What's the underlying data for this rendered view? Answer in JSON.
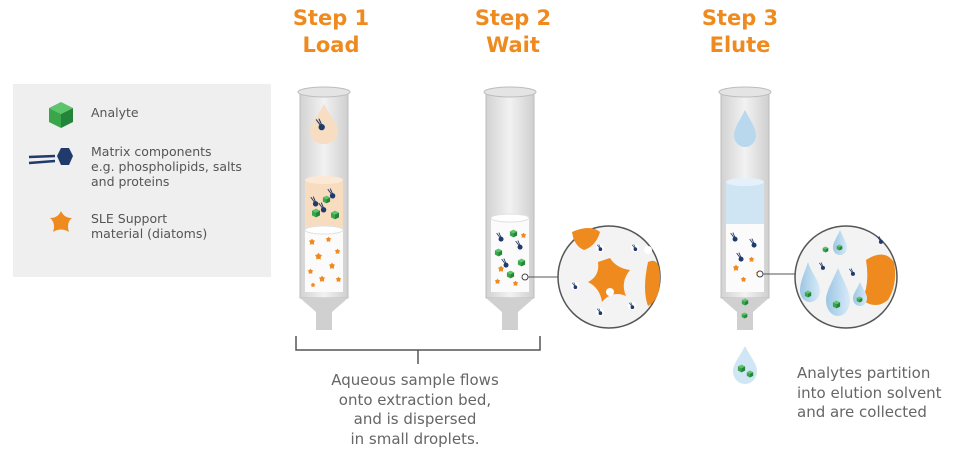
{
  "steps": [
    {
      "line1": "Step 1",
      "line2": "Load"
    },
    {
      "line1": "Step 2",
      "line2": "Wait"
    },
    {
      "line1": "Step 3",
      "line2": "Elute"
    }
  ],
  "legend": {
    "analyte": "Analyte",
    "matrix": "Matrix components\ne.g. phospholipids, salts\nand proteins",
    "support": "SLE Support\nmaterial (diatoms)"
  },
  "captions": {
    "load": "Aqueous sample flows\nonto extraction bed,\nand is dispersed\nin small droplets.",
    "elute": "Analytes partition\ninto elution solvent\nand are collected"
  },
  "colors": {
    "orange": "#ef8a1e",
    "green": "#3aa64a",
    "navy": "#1f3a6b",
    "tube": "#c9c9c9",
    "solvent": "#bfdcef"
  }
}
